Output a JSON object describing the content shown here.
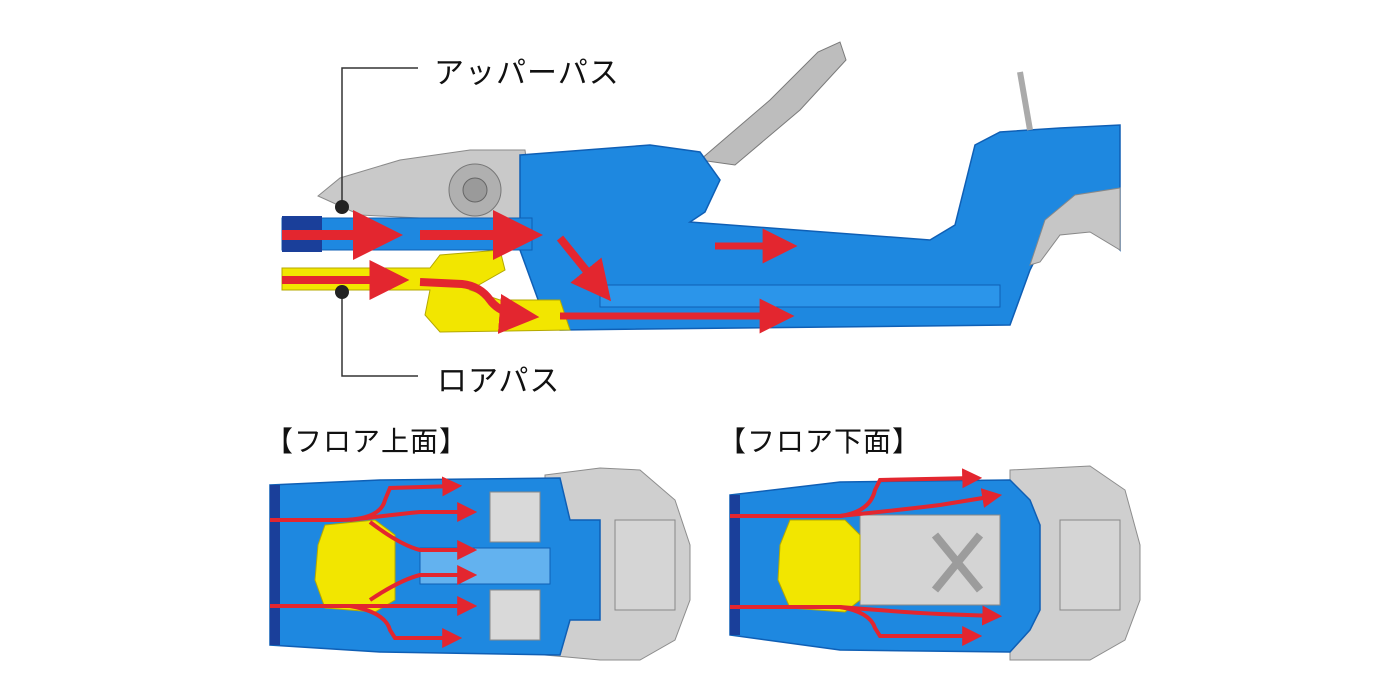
{
  "labels": {
    "upper_path": "アッパーパス",
    "lower_path": "ロアパス",
    "floor_top": "【フロア上面】",
    "floor_bottom": "【フロア下面】"
  },
  "colors": {
    "body_blue": "#1e88e0",
    "body_blue_dark": "#0f5fb5",
    "reinforcement_yellow": "#f2e600",
    "load_arrow_red": "#e3262f",
    "frame_gray": "#c8c8c8"
  }
}
